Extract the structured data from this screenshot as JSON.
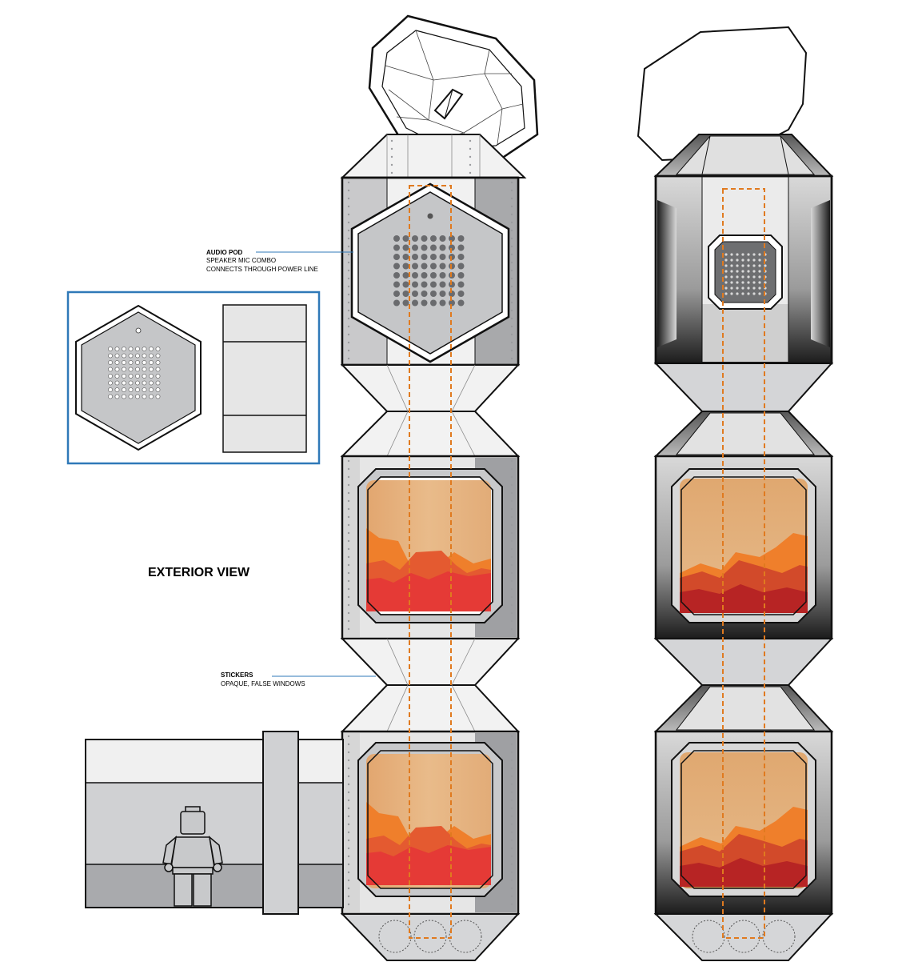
{
  "view_title": "EXTERIOR VIEW",
  "callouts": {
    "audio_pod": {
      "title": "AUDIO POD",
      "lines": [
        "SPEAKER MIC COMBO",
        "CONNECTS THROUGH POWER LINE"
      ]
    },
    "stickers": {
      "title": "STICKERS",
      "lines": [
        "OPAQUE, FALSE WINDOWS"
      ]
    }
  },
  "colors": {
    "outline": "#111111",
    "panel_light": "#e8e8e9",
    "panel_mid": "#c8c9cb",
    "panel_dark": "#9a9b9e",
    "callout_line": "#2f79b8",
    "inset_border": "#2f79b8",
    "power_line": "#e07a1f",
    "window_sky": "#e6b47f",
    "hill_orange": "#ef7f2b",
    "hill_red": "#e2542f",
    "hill_crimson": "#e53a36"
  },
  "icons": [
    "satellite-dish-icon",
    "speaker-grille-icon",
    "minifigure-icon"
  ]
}
